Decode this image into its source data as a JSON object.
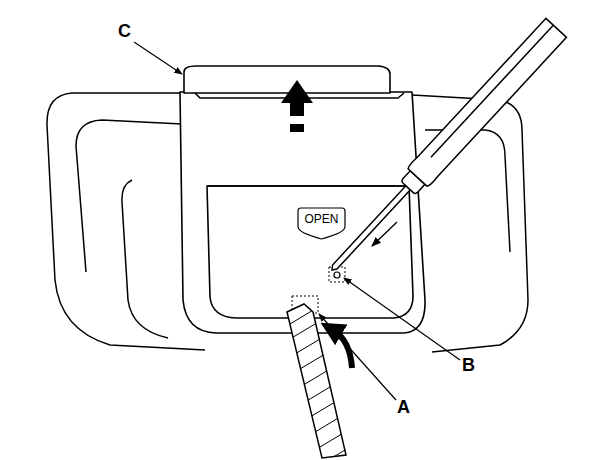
{
  "diagram": {
    "nodes": [
      {
        "text": [
          "OPEN"
        ]
      }
    ],
    "labels": [
      "C",
      "B",
      "A"
    ]
  }
}
